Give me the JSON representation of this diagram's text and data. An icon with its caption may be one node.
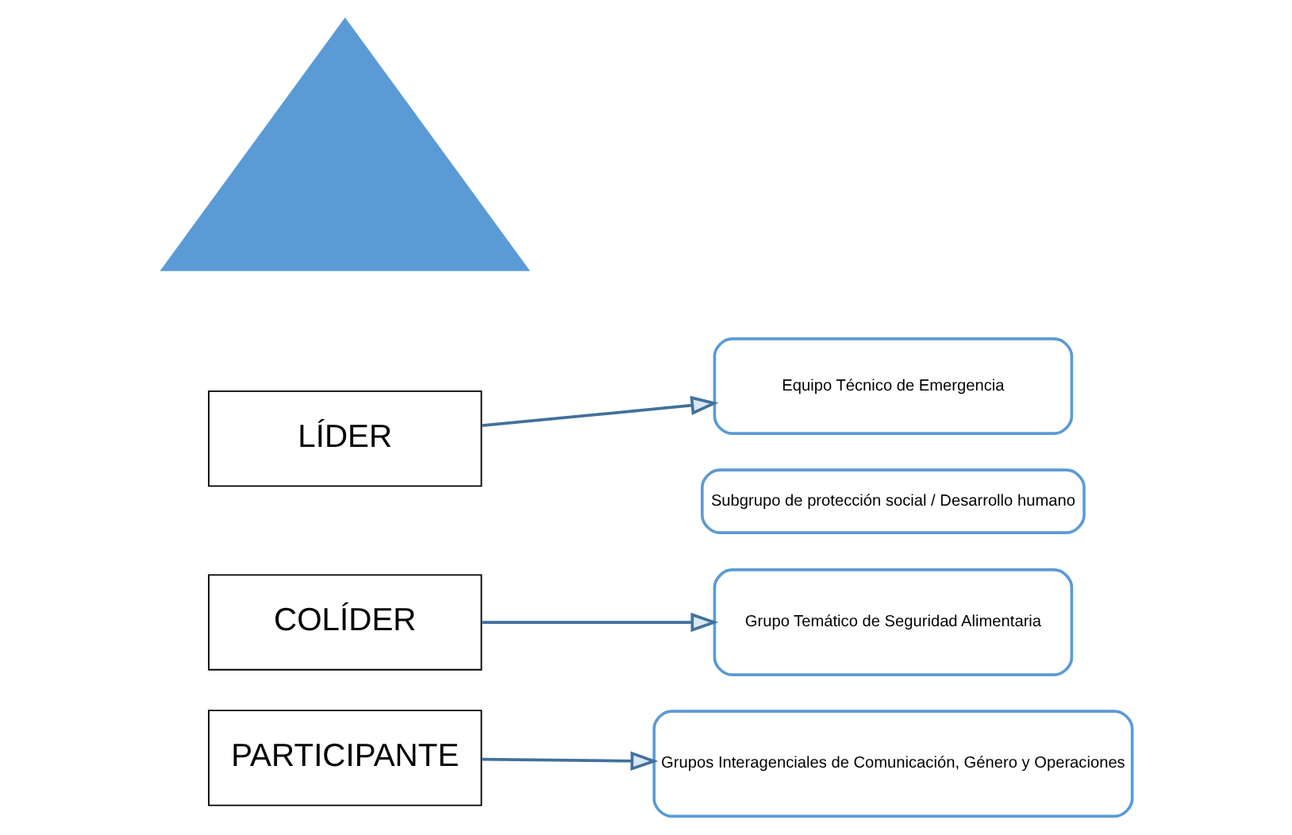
{
  "diagram": {
    "nodes": [
      {
        "text": [
          "LÍDER"
        ]
      },
      {
        "text": [
          "COLÍDER"
        ]
      },
      {
        "text": [
          "PARTICIPANTE"
        ]
      },
      {
        "text": [],
        "shape": "triangle"
      },
      {
        "text": [
          "Equipo Técnico de Emergencia"
        ]
      },
      {
        "text": [
          "Subgrupo de protección social / Desarrollo humano"
        ]
      },
      {
        "text": [
          "Grupo Temático de Seguridad Alimentaria"
        ]
      },
      {
        "text": [
          "Grupos Interagenciales de Comunicación, Género y Operaciones"
        ]
      }
    ],
    "edges": [
      {
        "from": 0,
        "to": 4,
        "arrow": "to"
      },
      {
        "from": 1,
        "to": 6,
        "arrow": "to"
      },
      {
        "from": 2,
        "to": 7,
        "arrow": "to"
      }
    ]
  }
}
